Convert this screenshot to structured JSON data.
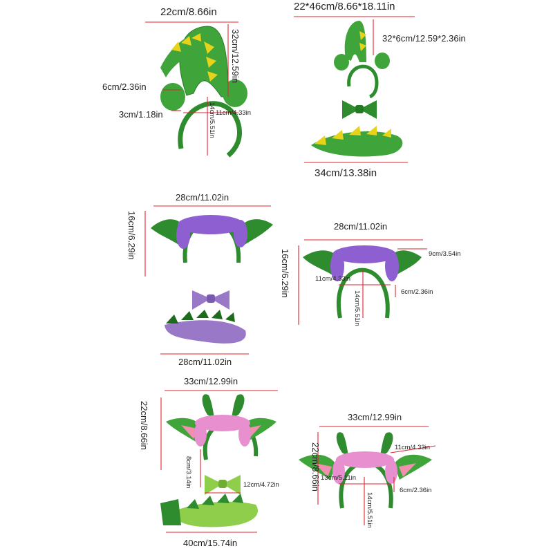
{
  "colors": {
    "dimension_line": "#e0232e",
    "dark_green": "#2e8b2e",
    "mid_green": "#3fa53a",
    "light_green": "#8fce4a",
    "yellow": "#e6d31a",
    "purple": "#9a78c8",
    "purple_fur": "#8e5fd0",
    "pink_fur": "#e88fcf",
    "pink_inner": "#f08fb0"
  },
  "sets": {
    "set1_headband": {
      "width": "22cm/8.66in",
      "height": "32cm/12.59in",
      "ear_a": "6cm/2.36in",
      "ear_b": "3cm/1.18in",
      "band_h": "14cm/5.51in",
      "band_w": "11cm/4.33in"
    },
    "set1_tail": {
      "top": "22*46cm/8.66*18.11in",
      "right": "32*6cm/12.59*2.36in",
      "bottom": "34cm/13.38in"
    },
    "set2_full": {
      "top": "28cm/11.02in",
      "left": "16cm/6.29in",
      "bottom": "28cm/11.02in"
    },
    "set2_headband": {
      "top": "28cm/11.02in",
      "left": "16cm/6.29in",
      "ear_w": "9cm/3.54in",
      "band_w": "11cm/4.33in",
      "band_h": "14cm/5.51in",
      "ear_h": "6cm/2.36in"
    },
    "set3_full": {
      "top": "33cm/12.99in",
      "left": "22cm/8.66in",
      "bow_h": "8cm/3.14in",
      "bow_w": "12cm/4.72in",
      "bottom": "40cm/15.74in"
    },
    "set3_headband": {
      "top": "33cm/12.99in",
      "left": "22cm/8.66in",
      "horn": "11cm/4.33in",
      "band_w": "13cm/5.11in",
      "ear": "6cm/2.36in",
      "band_h": "14cm/5.51in"
    }
  }
}
